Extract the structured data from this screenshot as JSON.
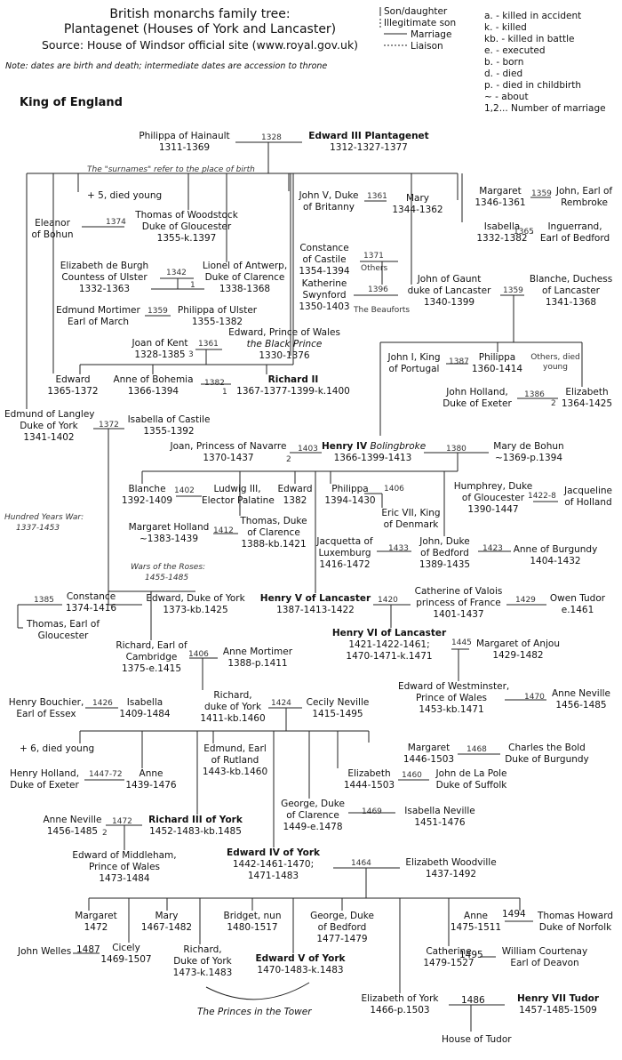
{
  "header": {
    "title1": "British monarchs family tree:",
    "title2": "Plantagenet (Houses of York and Lancaster)",
    "title3": "Source: House of Windsor official site (www.royal.gov.uk)",
    "note": "Note: dates are birth and death; intermediate dates are accession to throne",
    "heading": "King of England"
  },
  "legend": {
    "son": "Son/daughter",
    "illeg": "Illegitimate son",
    "marriage": "Marriage",
    "liaison": "Liaison",
    "a": "a. - killed in accident",
    "k": "k. - killed",
    "kb": "kb. - killed in battle",
    "e": "e. - executed",
    "bn": "b. - born",
    "d": "d. - died",
    "p": "p. - died in childbirth",
    "about": "~ - about",
    "num": "1,2... Number of marriage"
  },
  "notes": {
    "surnames": "The \"surnames\" refer to the place of birth",
    "hyw": "Hundred Years War:",
    "hyw2": "1337-1453",
    "wor": "Wars of the Roses:",
    "wor2": "1455-1485",
    "princes": "The Princes in the Tower"
  },
  "people": {
    "philippa_h": "Philippa of Hainault",
    "philippa_h_d": "1311-1369",
    "edw3": "Edward III Plantagenet",
    "edw3_d": "1312-1327-1377",
    "plus5": "+ 5, died young",
    "eleanor1": "Eleanor",
    "eleanor2": "of Bohun",
    "thomas_w1": "Thomas of Woodstock",
    "thomas_w2": "Duke of Gloucester",
    "thomas_w3": "1355-k.1397",
    "johnv1": "John V, Duke",
    "johnv2": "of Britanny",
    "mary1": "Mary",
    "mary2": "1344-1362",
    "margaret1": "Margaret",
    "margaret2": "1346-1361",
    "john_p1": "John, Earl of",
    "john_p2": "Rembroke",
    "isabella1": "Isabella",
    "isabella2": "1332-1382",
    "ingue1": "Inguerrand,",
    "ingue2": "Earl of Bedford",
    "constance_c1": "Constance",
    "constance_c2": "of Castile",
    "constance_c3": "1354-1394",
    "others": "Others",
    "katherine1": "Katherine",
    "katherine2": "Swynford",
    "katherine3": "1350-1403",
    "beauforts": "The Beauforts",
    "gaunt1": "John of Gaunt",
    "gaunt2": "duke of Lancaster",
    "gaunt3": "1340-1399",
    "blanche_l1": "Blanche, Duchess",
    "blanche_l2": "of Lancaster",
    "blanche_l3": "1341-1368",
    "elizburgh1": "Elizabeth de Burgh",
    "elizburgh2": "Countess of Ulster",
    "elizburgh3": "1332-1363",
    "lionel1": "Lionel of Antwerp,",
    "lionel2": "Duke of Clarence",
    "lionel3": "1338-1368",
    "edmortimer1": "Edmund Mortimer",
    "edmortimer2": "Earl of March",
    "phulster1": "Philippa of Ulster",
    "phulster2": "1355-1382",
    "joankent1": "Joan of Kent",
    "joankent2": "1328-1385",
    "blackp1": "Edward, Prince of Wales",
    "blackp2": "the Black Prince",
    "blackp3": "1330-1376",
    "edward_c1": "Edward",
    "edward_c2": "1365-1372",
    "anneboh1": "Anne of Bohemia",
    "anneboh2": "1366-1394",
    "rich2": "Richard II",
    "rich2_d": "1367-1377-1399-k.1400",
    "johni1": "John I, King",
    "johni2": "of Portugal",
    "philippa_l1": "Philippa",
    "philippa_l2": "1360-1414",
    "others_dy1": "Others, died",
    "others_dy2": "young",
    "jholland1": "John Holland,",
    "jholland2": "Duke of Exeter",
    "elizabeth_l1": "Elizabeth",
    "elizabeth_l2": "1364-1425",
    "langley1": "Edmund of Langley",
    "langley2": "Duke of York",
    "langley3": "1341-1402",
    "isab_cast1": "Isabella of Castile",
    "isab_cast2": "1355-1392",
    "joannav1": "Joan, Princess of Navarre",
    "joannav2": "1370-1437",
    "henry4": "Henry IV",
    "henry4b": "Bolingbroke",
    "henry4_d": "1366-1399-1413",
    "marybohun1": "Mary de Bohun",
    "marybohun2": "~1369-p.1394",
    "blanche1": "Blanche",
    "blanche2": "1392-1409",
    "ludwig1": "Ludwig III,",
    "ludwig2": "Elector Palatine",
    "edward1382a": "Edward",
    "edward1382b": "1382",
    "philippa2_1": "Philippa",
    "philippa2_2": "1394-1430",
    "eric1": "Eric VII, King",
    "eric2": "of Denmark",
    "humphrey1": "Humphrey, Duke",
    "humphrey2": "of Gloucester",
    "humphrey3": "1390-1447",
    "jacqueline1": "Jacqueline",
    "jacqueline2": "of Holland",
    "mholland1": "Margaret Holland",
    "mholland2": "~1383-1439",
    "thomasclar1": "Thomas, Duke",
    "thomasclar2": "of Clarence",
    "thomasclar3": "1388-kb.1421",
    "jacquetta1": "Jacquetta of",
    "jacquetta2": "Luxemburg",
    "jacquetta3": "1416-1472",
    "jbedford1": "John, Duke",
    "jbedford2": "of Bedford",
    "jbedford3": "1389-1435",
    "anneburg1": "Anne of Burgundy",
    "anneburg2": "1404-1432",
    "constance1": "Constance",
    "constance2": "1374-1416",
    "thomasg1": "Thomas, Earl of",
    "thomasg2": "Gloucester",
    "edyork1": "Edward, Duke of York",
    "edyork2": "1373-kb.1425",
    "henry5": "Henry V of Lancaster",
    "henry5_d": "1387-1413-1422",
    "catherine1": "Catherine of Valois",
    "catherine2": "princess of France",
    "catherine3": "1401-1437",
    "owen1": "Owen Tudor",
    "owen2": "e.1461",
    "henry6": "Henry VI of Lancaster",
    "henry6_d1": "1421-1422-1461;",
    "henry6_d2": "1470-1471-k.1471",
    "margarete_anjou1": "Margaret of Anjou",
    "margarete_anjou2": "1429-1482",
    "rcamb1": "Richard, Earl of",
    "rcamb2": "Cambridge",
    "rcamb3": "1375-e.1415",
    "annemort1": "Anne Mortimer",
    "annemort2": "1388-p.1411",
    "edwestm1": "Edward of Westminster,",
    "edwestm2": "Prince of Wales",
    "edwestm3": "1453-kb.1471",
    "anneneville_a1": "Anne Neville",
    "anneneville_a2": "1456-1485",
    "bouchier1": "Henry Bouchier,",
    "bouchier2": "Earl of Essex",
    "isabella_y1": "Isabella",
    "isabella_y2": "1409-1484",
    "richyork1": "Richard,",
    "richyork2": "duke of York",
    "richyork3": "1411-kb.1460",
    "cecily1": "Cecily Neville",
    "cecily2": "1415-1495",
    "plus6": "+ 6, died young",
    "hholland1": "Henry Holland,",
    "hholland2": "Duke of Exeter",
    "anne_y1": "Anne",
    "anne_y2": "1439-1476",
    "edrutland1": "Edmund, Earl",
    "edrutland2": "of Rutland",
    "edrutland3": "1443-kb.1460",
    "margaret_y1": "Margaret",
    "margaret_y2": "1446-1503",
    "charles1": "Charles the Bold",
    "charles2": "Duke of Burgundy",
    "elizabeth_y1": "Elizabeth",
    "elizabeth_y2": "1444-1503",
    "jpole1": "John de La Pole",
    "jpole2": "Duke of Suffolk",
    "georgeclar1": "George, Duke",
    "georgeclar2": "of Clarence",
    "georgeclar3": "1449-e.1478",
    "isabneville1": "Isabella Neville",
    "isabneville2": "1451-1476",
    "anneneville_b1": "Anne Neville",
    "anneneville_b2": "1456-1485",
    "rich3": "Richard III of York",
    "rich3_d": "1452-1483-kb.1485",
    "edmiddle1": "Edward of Middleham,",
    "edmiddle2": "Prince of Wales",
    "edmiddle3": "1473-1484",
    "edw4": "Edward IV of York",
    "edw4_d1": "1442-1461-1470;",
    "edw4_d2": "1471-1483",
    "woodville1": "Elizabeth Woodville",
    "woodville2": "1437-1492",
    "margaret_e1": "Margaret",
    "margaret_e2": "1472",
    "mary_e1": "Mary",
    "mary_e2": "1467-1482",
    "bridget1": "Bridget, nun",
    "bridget2": "1480-1517",
    "georgebed1": "George, Duke",
    "georgebed2": "of Bedford",
    "georgebed3": "1477-1479",
    "anne_e1": "Anne",
    "anne_e2": "1475-1511",
    "thoward1": "Thomas Howard",
    "thoward2": "Duke of Norfolk",
    "jwelles": "John Welles",
    "cicely1": "Cicely",
    "cicely2": "1469-1507",
    "richprince1": "Richard,",
    "richprince2": "Duke of York",
    "richprince3": "1473-k.1483",
    "edw5": "Edward V of York",
    "edw5_d": "1470-1483-k.1483",
    "catherine_e1": "Catherine",
    "catherine_e2": "1479-1527",
    "wcourtenay1": "William Courtenay",
    "wcourtenay2": "Earl of Deavon",
    "elizyork1": "Elizabeth of York",
    "elizyork2": "1466-p.1503",
    "henry7": "Henry VII Tudor",
    "henry7_d": "1457-1485-1509",
    "tudor": "House of Tudor"
  },
  "marriages": {
    "m1328": "1328",
    "m1374": "1374",
    "m1361a": "1361",
    "m1359a": "1359",
    "m1365": "1365",
    "m1371": "1371",
    "m1396": "1396",
    "m1342": "1342",
    "n1": "1",
    "m1359b": "1359",
    "m1359c": "1359",
    "m1361b": "1361",
    "n3": "3",
    "m1382": "1382",
    "n1b": "1",
    "m1387": "1387",
    "m1386": "1386",
    "n2": "2",
    "m1372": "1372",
    "m1403": "1403",
    "n2b": "2",
    "m1380": "1380",
    "m1402": "1402",
    "m1406a": "1406",
    "m1422": "1422-8",
    "m1412": "1412",
    "m1433": "1433",
    "m1423": "1423",
    "m1385": "1385",
    "m1420": "1420",
    "m1429": "1429",
    "m1406b": "1406",
    "m1445": "1445",
    "m1470": "1470",
    "m1426": "1426",
    "m1424": "1424",
    "m1447": "1447-72",
    "m1468": "1468",
    "m1460": "1460",
    "m1469": "1469",
    "m1472": "1472",
    "n2c": "2",
    "m1464": "1464",
    "m1494": "1494",
    "m1487": "1487",
    "m1495": "1495",
    "m1486": "1486"
  }
}
